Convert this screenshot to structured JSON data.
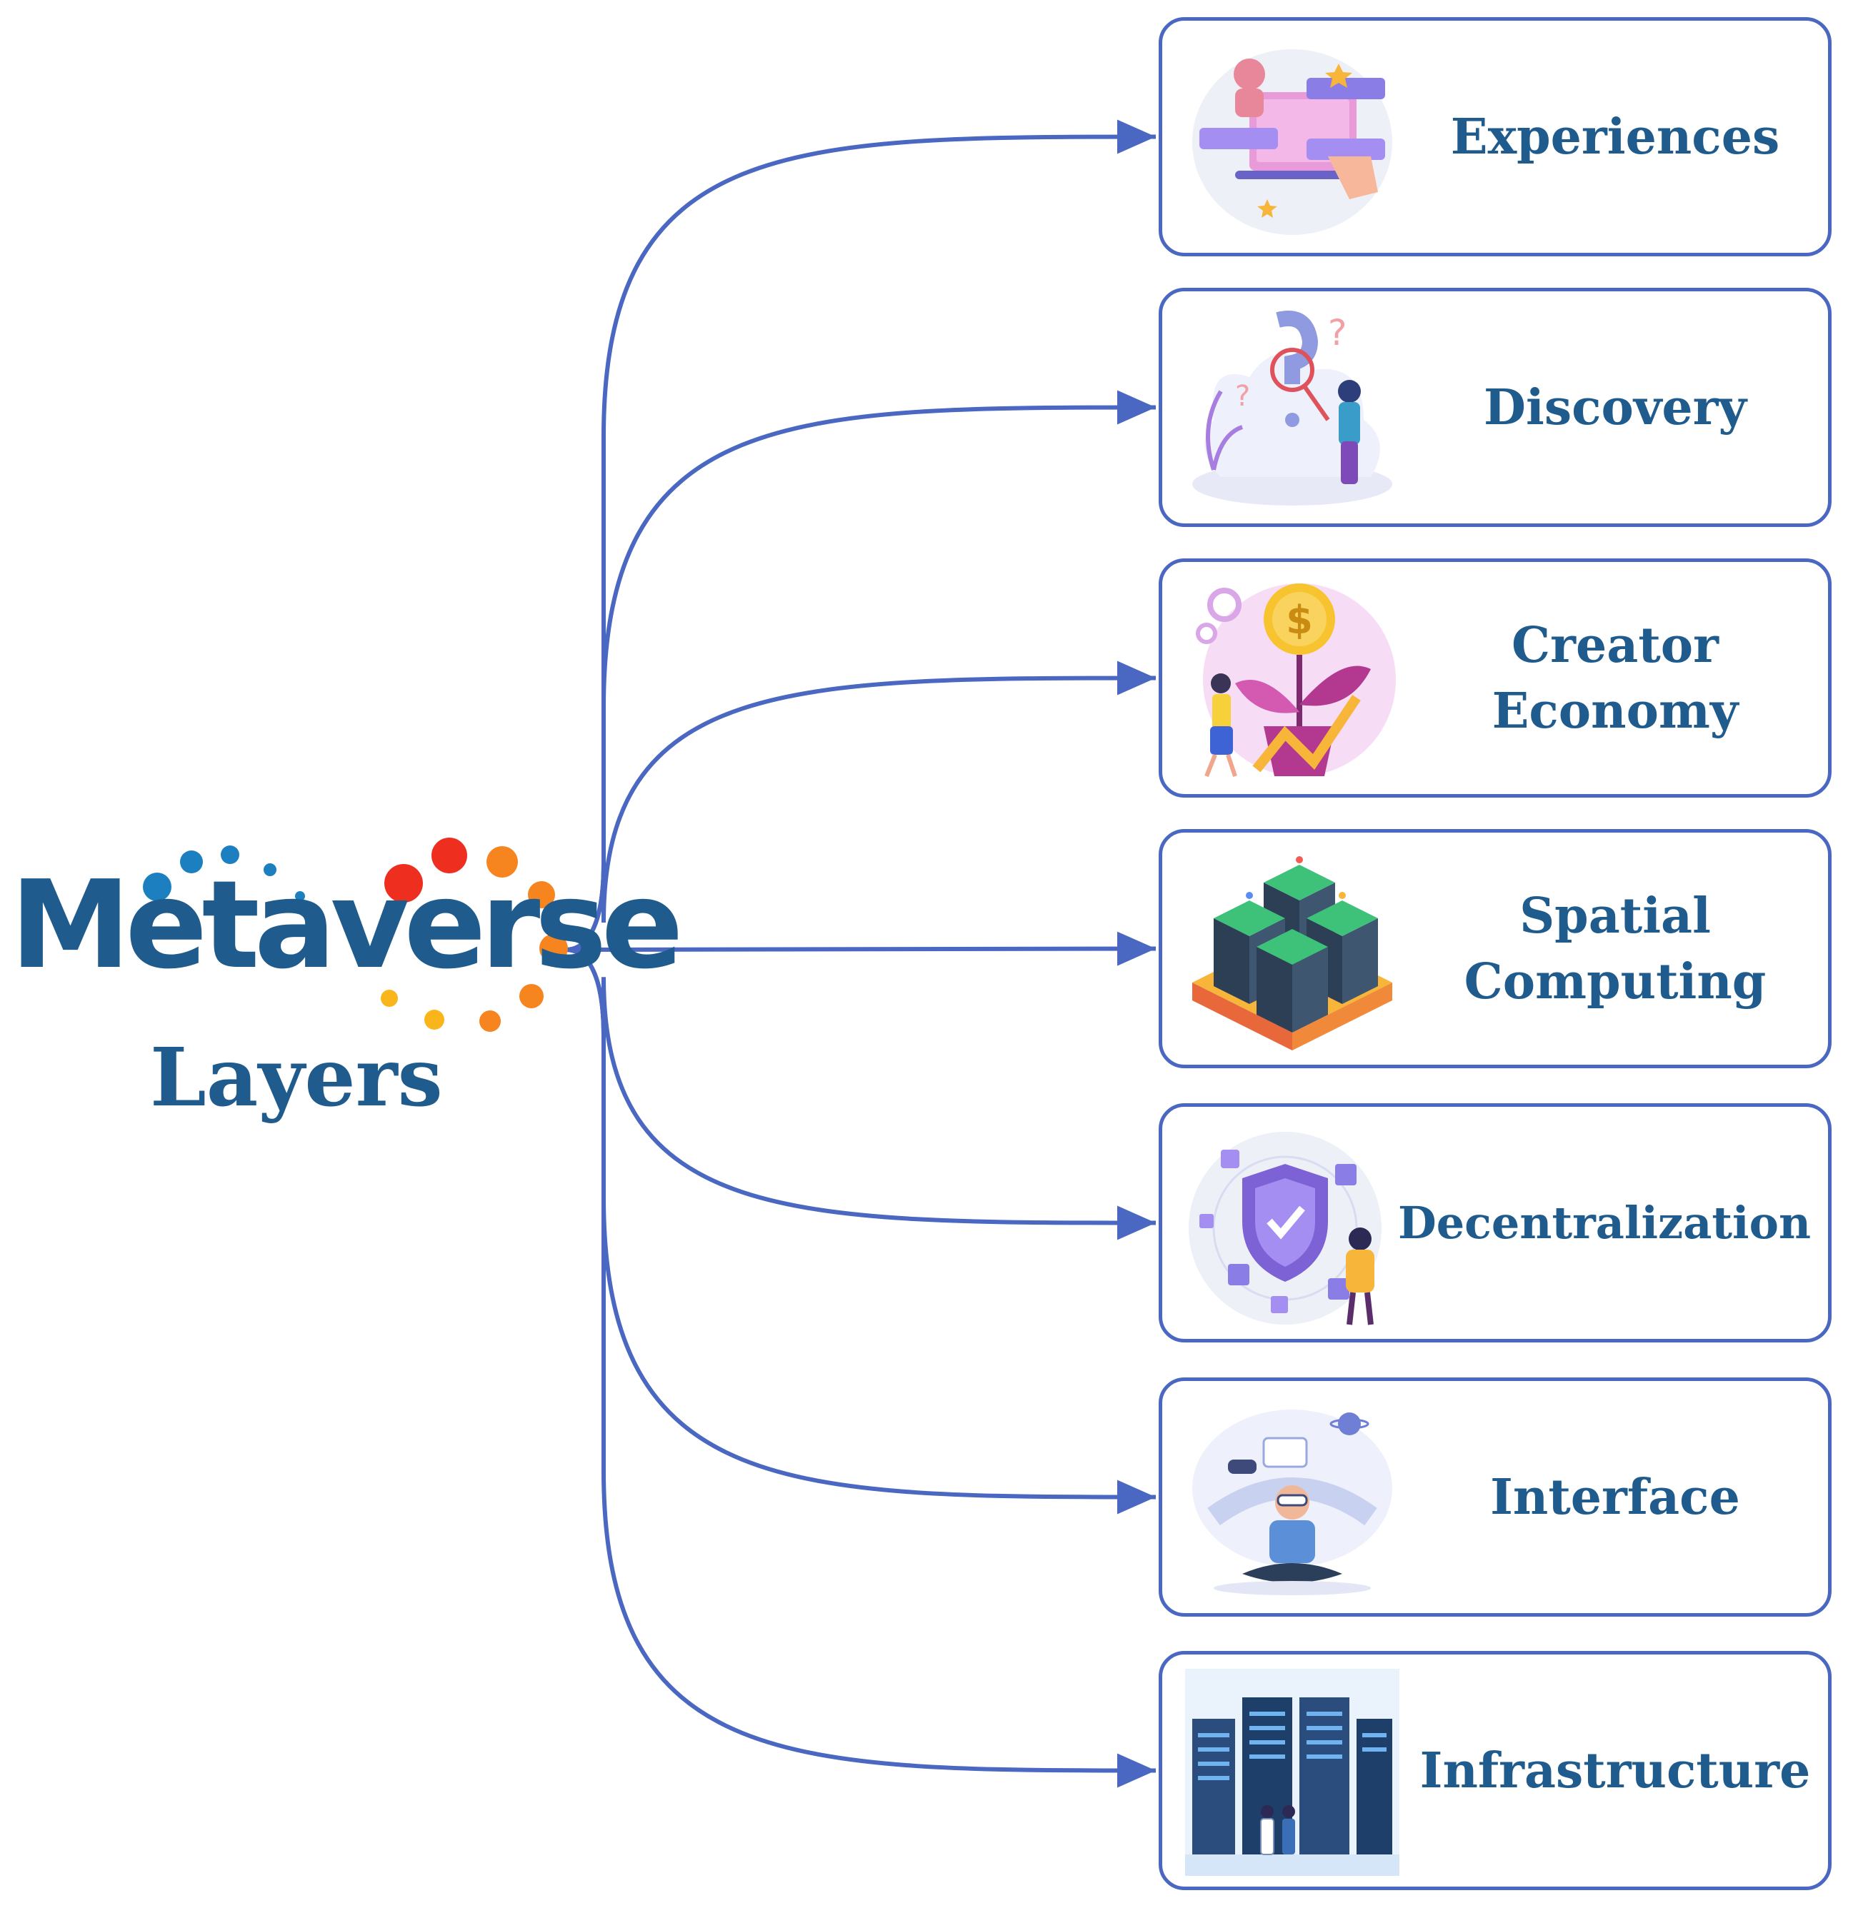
{
  "title": {
    "word": "Metaverse",
    "subtitle": "Layers"
  },
  "colors": {
    "brand_blue": "#1f5b8c",
    "connector": "#4a68c2",
    "dot_blue": "#1c7fc0",
    "dot_red": "#ee2f1f",
    "dot_orange": "#f6841f",
    "dot_yellow": "#f8b51c"
  },
  "layers": [
    {
      "label": "Experiences",
      "icon": "user-feedback-illustration-icon"
    },
    {
      "label": "Discovery",
      "icon": "magnifier-search-illustration-icon"
    },
    {
      "label": "Creator\nEconomy",
      "icon": "coin-plant-growth-illustration-icon"
    },
    {
      "label": "Spatial\nComputing",
      "icon": "isometric-servers-illustration-icon"
    },
    {
      "label": "Decentralization",
      "icon": "security-shield-network-illustration-icon"
    },
    {
      "label": "Interface",
      "icon": "vr-headset-user-illustration-icon"
    },
    {
      "label": "Infrastructure",
      "icon": "data-center-racks-illustration-icon"
    }
  ]
}
